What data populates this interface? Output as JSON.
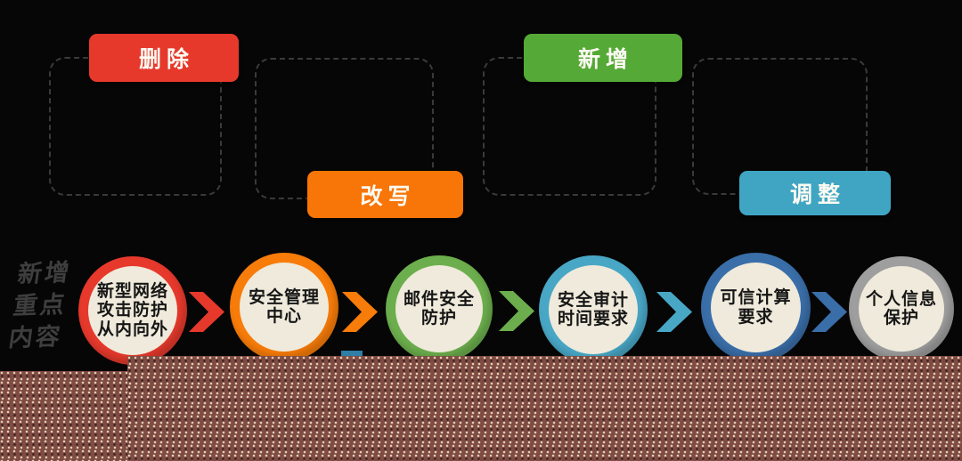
{
  "colors": {
    "background": "#060606",
    "box_border": "#3a3a3a",
    "circle_inner": "#efeadb",
    "circle_text": "#161616",
    "side_text": "#3e3e3e",
    "bottom_bar": "#7f4b43",
    "accent_strip": "#2e7ea6",
    "tag_text": "#fbfaf2"
  },
  "top_boxes": [
    {
      "label": "删除",
      "color": "#e6392c",
      "tag_position": "top"
    },
    {
      "label": "改写",
      "color": "#f87507",
      "tag_position": "bottom"
    },
    {
      "label": "新增",
      "color": "#55a936",
      "tag_position": "top"
    },
    {
      "label": "调整",
      "color": "#3fa5c3",
      "tag_position": "bottom"
    }
  ],
  "side_label": {
    "lines": [
      "新增",
      "重点",
      "内容"
    ]
  },
  "flow_steps": [
    {
      "lines": [
        "新型网络",
        "攻击防护",
        "从内向外"
      ],
      "ring_color": "#e6392c"
    },
    {
      "lines": [
        "安全管理",
        "中心"
      ],
      "ring_color": "#f87c09"
    },
    {
      "lines": [
        "邮件安全",
        "防护"
      ],
      "ring_color": "#6cae4d"
    },
    {
      "lines": [
        "安全审计",
        "时间要求"
      ],
      "ring_color": "#49a7c6"
    },
    {
      "lines": [
        "可信计算",
        "要求"
      ],
      "ring_color": "#3a6ea8"
    },
    {
      "lines": [
        "个人信息",
        "保护"
      ],
      "ring_color": "#9e9e9e"
    }
  ]
}
